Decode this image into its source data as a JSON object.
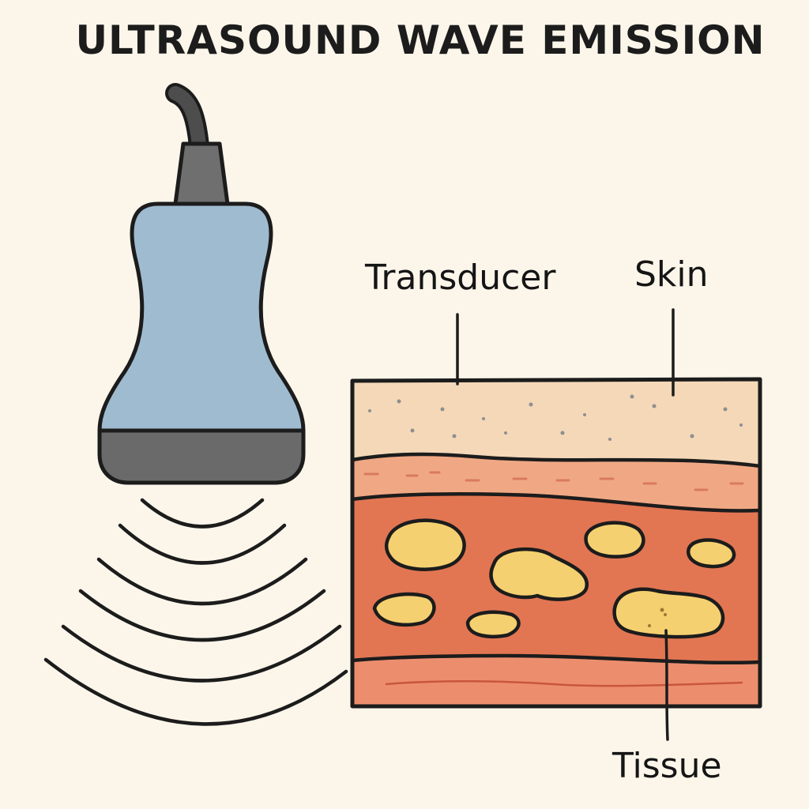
{
  "title": "ULTRASOUND WAVE EMISSION",
  "labels": {
    "transducer": "Transducer",
    "skin": "Skin",
    "tissue": "Tissue"
  },
  "colors": {
    "background": "#fcf6ea",
    "outline": "#1c1c1c",
    "probe_body": "#9fbbd0",
    "probe_neck": "#6f6f6f",
    "probe_tip": "#6a6a6a",
    "cable": "#4d4d4d",
    "skin_layer": "#f4d8b8",
    "dermis_layer": "#f0a884",
    "tissue_layer": "#e27652",
    "fat_globule": "#f5d070",
    "bottom_layer": "#ec8e6e"
  },
  "icons": {
    "probe": "ultrasound-probe-icon",
    "waves": "sound-wave-icon"
  }
}
